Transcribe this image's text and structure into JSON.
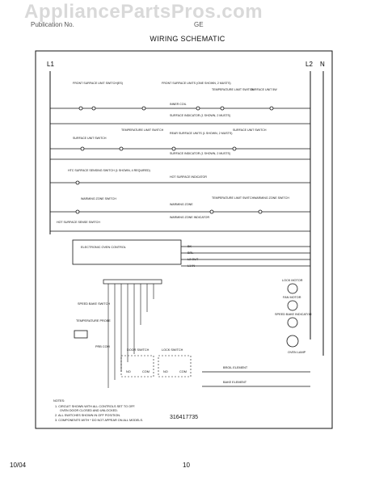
{
  "header": {
    "watermark": "AppliancePartsPros.com",
    "left_ghost": "Publication No.",
    "right_ghost": "GE",
    "title": "WIRING SCHEMATIC"
  },
  "rails": {
    "left": "L1",
    "right_l2": "L2",
    "right_n": "N"
  },
  "rows": {
    "front_surface_switch": "FRONT SURFACE UNIT SWITCH(ES)",
    "front_surface_units": "FRONT SURFACE UNITS (ONE SHOWN, 2 MUSTS)",
    "inner_coil": "INNER COIL",
    "temp_limit_switch": "TEMPERATURE LIMIT SWITCH",
    "surface_unit_5w": "SURFACE UNIT 5W",
    "surface_indicator": "SURFACE INDICATOR (1 SHOWN, 2 MUSTS)",
    "surface_unit_switch": "SURFACE UNIT SWITCH",
    "temp_limit_switch_2": "TEMPERATURE LIMIT SWITCH",
    "rear_surface_units": "REAR SURFACE UNITS (1 SHOWN, 2 MUSTS)",
    "surface_unit_switch_2": "SURFACE UNIT SWITCH",
    "surface_indicator_2": "SURFACE INDICATOR (1 SHOWN, 2 MUSTS)",
    "hot_surface_sensing": "HTC SURFACE SENSING SWITCH (1 SHOWN, 4 REQUIRED)",
    "hot_surface_indicator": "HOT SURFACE INDICATOR",
    "warming_zone_switch": "WARMING ZONE SWITCH",
    "warming_zone": "WARMING ZONE",
    "temp_limit_switch_3": "TEMPERATURE LIMIT SWITCH",
    "warming_zone_switch_2": "WARMING ZONE SWITCH",
    "hot_surface_sense": "HOT SURFACE SENSE SWITCH",
    "warming_zone_indicator": "WARMING ZONE INDICATOR"
  },
  "oven": {
    "control": "ELECTRONIC OVEN CONTROL",
    "bk": "BK",
    "brl": "BRL",
    "l2_out": "L2 OUT",
    "l1_in": "L1 IN",
    "lock_motor": "LOCK MOTOR",
    "fan_motor": "FAN MOTOR",
    "speed_bake_indicator": "SPEED BAKE INDICATOR",
    "oven_lamp": "OVEN LAMP",
    "speed_bake_switch": "SPEED BAKE SWITCH",
    "temp_probe": "TEMPERATURE PROBE",
    "probe_com": "PRB COM",
    "door_switch": "DOOR SWITCH",
    "lock_switch": "LOCK SWITCH",
    "no": "NO",
    "com": "COM",
    "broil_element": "BROIL ELEMENT",
    "bake_element": "BAKE ELEMENT"
  },
  "notes": {
    "heading": "NOTES:",
    "n1": "1. CIRCUIT SHOWN WITH ALL CONTROLS SET TO OFF.",
    "n1b": "OVEN DOOR CLOSED AND UNLOCKED.",
    "n2": "2. ALL SWITCHES SHOWN IN OFF POSITION.",
    "n3": "3. COMPONENTS WITH * DO NOT APPEAR ON ALL MODELS."
  },
  "part_number": "316417735",
  "footer": {
    "date": "10/04",
    "page": "10"
  }
}
